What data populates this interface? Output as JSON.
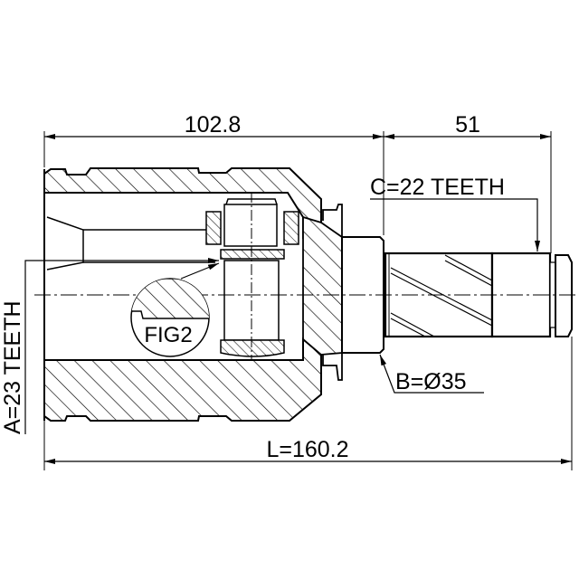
{
  "drawing": {
    "title": "Inner CV joint technical drawing",
    "line_color": "#000000",
    "background": "#ffffff"
  },
  "dimensions": {
    "housing_length": "102.8",
    "shaft_length": "51",
    "total_length": "L=160.2"
  },
  "callouts": {
    "spline_c": "C=22 TEETH",
    "diameter_b": "B=Ø35",
    "spline_a": "A=23 TEETH",
    "detail": "FIG2"
  }
}
